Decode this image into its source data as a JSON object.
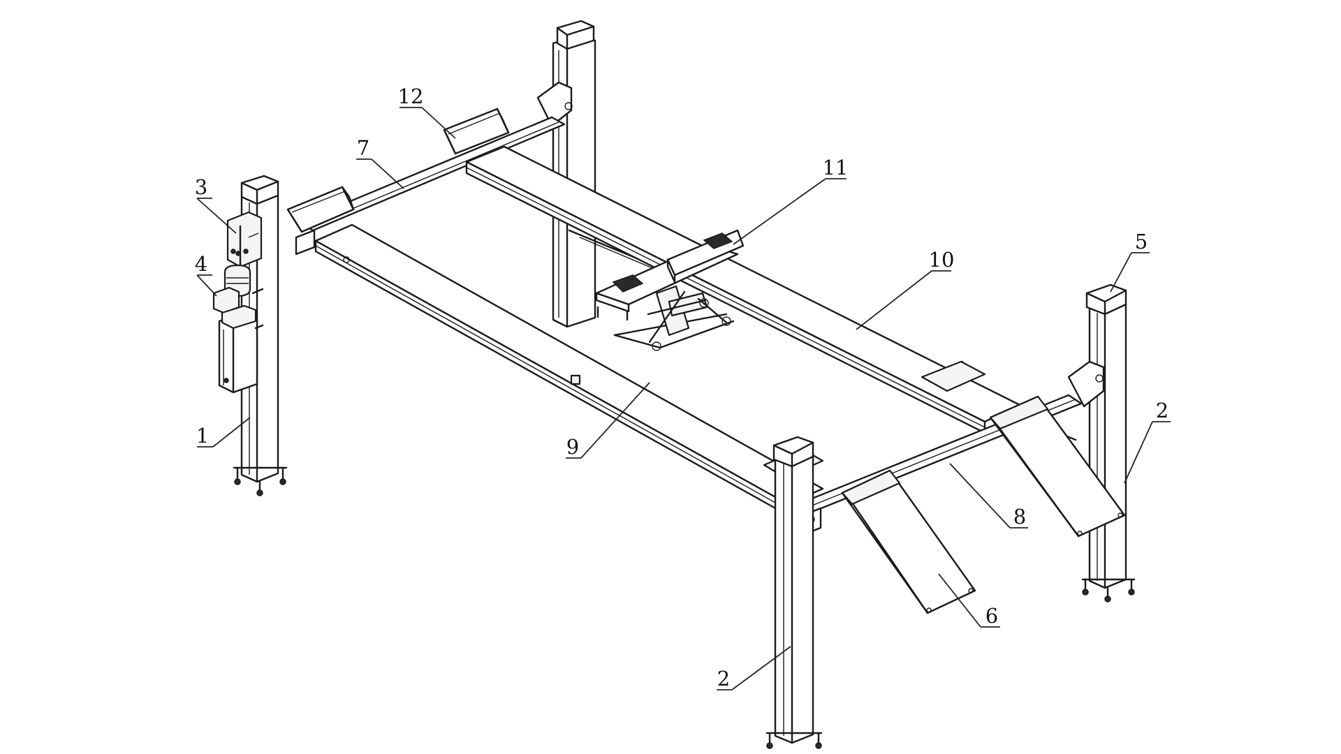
{
  "callouts": [
    {
      "id": "c1",
      "label": "1"
    },
    {
      "id": "c2a",
      "label": "2"
    },
    {
      "id": "c2b",
      "label": "2"
    },
    {
      "id": "c3",
      "label": "3"
    },
    {
      "id": "c4",
      "label": "4"
    },
    {
      "id": "c5",
      "label": "5"
    },
    {
      "id": "c6",
      "label": "6"
    },
    {
      "id": "c7",
      "label": "7"
    },
    {
      "id": "c8",
      "label": "8"
    },
    {
      "id": "c9",
      "label": "9"
    },
    {
      "id": "c10",
      "label": "10"
    },
    {
      "id": "c11",
      "label": "11"
    },
    {
      "id": "c12",
      "label": "12"
    }
  ]
}
